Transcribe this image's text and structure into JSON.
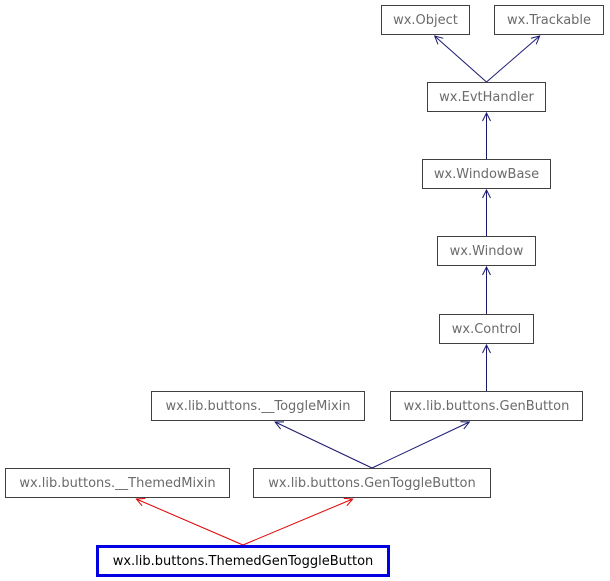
{
  "diagram": {
    "nodes": {
      "wx_object": "wx.Object",
      "wx_trackable": "wx.Trackable",
      "wx_evthandler": "wx.EvtHandler",
      "wx_windowbase": "wx.WindowBase",
      "wx_window": "wx.Window",
      "wx_control": "wx.Control",
      "toggle_mixin": "wx.lib.buttons.__ToggleMixin",
      "gen_button": "wx.lib.buttons.GenButton",
      "themed_mixin": "wx.lib.buttons.__ThemedMixin",
      "gen_toggle_button": "wx.lib.buttons.GenToggleButton",
      "themed_gen_toggle_button": "wx.lib.buttons.ThemedGenToggleButton"
    },
    "edges": [
      {
        "from": "wx_evthandler",
        "to": "wx_object",
        "color": "#191970"
      },
      {
        "from": "wx_evthandler",
        "to": "wx_trackable",
        "color": "#191970"
      },
      {
        "from": "wx_windowbase",
        "to": "wx_evthandler",
        "color": "#191970"
      },
      {
        "from": "wx_window",
        "to": "wx_windowbase",
        "color": "#191970"
      },
      {
        "from": "wx_control",
        "to": "wx_window",
        "color": "#191970"
      },
      {
        "from": "gen_button",
        "to": "wx_control",
        "color": "#191970"
      },
      {
        "from": "gen_toggle_button",
        "to": "toggle_mixin",
        "color": "#191970"
      },
      {
        "from": "gen_toggle_button",
        "to": "gen_button",
        "color": "#191970"
      },
      {
        "from": "themed_gen_toggle_button",
        "to": "themed_mixin",
        "color": "#e00000"
      },
      {
        "from": "themed_gen_toggle_button",
        "to": "gen_toggle_button",
        "color": "#e00000"
      }
    ]
  }
}
